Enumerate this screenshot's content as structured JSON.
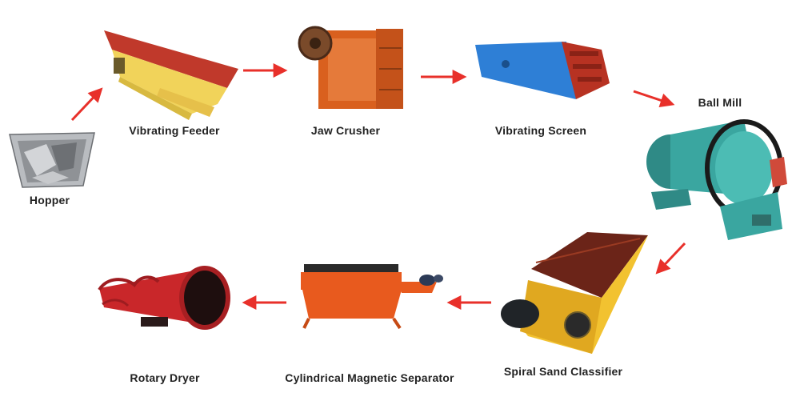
{
  "stages": [
    {
      "id": "hopper",
      "label": "Hopper"
    },
    {
      "id": "vibrating-feeder",
      "label": "Vibrating Feeder"
    },
    {
      "id": "jaw-crusher",
      "label": "Jaw Crusher"
    },
    {
      "id": "vibrating-screen",
      "label": "Vibrating Screen"
    },
    {
      "id": "ball-mill",
      "label": "Ball Mill"
    },
    {
      "id": "spiral-classifier",
      "label": "Spiral Sand Classifier"
    },
    {
      "id": "magnetic-separator",
      "label": "Cylindrical Magnetic Separator"
    },
    {
      "id": "rotary-dryer",
      "label": "Rotary Dryer"
    }
  ],
  "colors": {
    "arrow": "#e8302a",
    "feeder_top": "#c0392b",
    "feeder_body": "#f1d35a",
    "crusher": "#d9601e",
    "screen_blue": "#2e7fd6",
    "screen_frame": "#b73222",
    "mill_teal": "#3aa6a0",
    "classifier_yellow": "#f2c230",
    "separator_orange": "#e85a1e",
    "dryer_red": "#c9272a"
  }
}
